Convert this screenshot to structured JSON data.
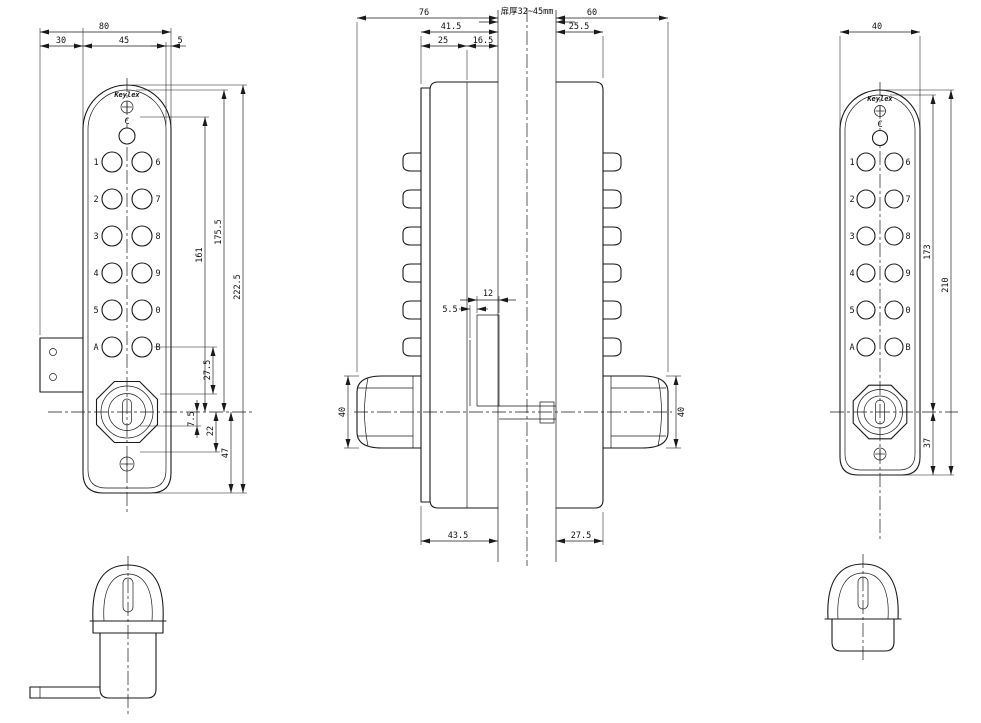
{
  "page": {
    "background": "#ffffff",
    "title": "Keypad door lock technical drawing"
  },
  "brand": "Keylex",
  "keypad": {
    "clear": "C",
    "left_column": [
      "1",
      "2",
      "3",
      "4",
      "5",
      "A"
    ],
    "right_column": [
      "6",
      "7",
      "8",
      "9",
      "0",
      "B"
    ]
  },
  "front_view": {
    "dims": {
      "width_total": "80",
      "width_left": "30",
      "width_mid": "45",
      "width_right": "5",
      "height_keypad": "161",
      "height_to_knob": "175.5",
      "height_total": "222.5",
      "button_to_knob": "27.5",
      "offset_small": "7.5",
      "knob_to_step": "22",
      "knob_to_bottom": "47"
    }
  },
  "side_view": {
    "door_note": "扉厚32~45mm",
    "dims": {
      "front_total_depth": "76",
      "front_body_depth": "41.5",
      "front_case_depth": "25",
      "front_plate_depth": "16.5",
      "back_total_depth": "60",
      "back_case_depth": "25.5",
      "bolt_width": "12",
      "bolt_offset": "5.5",
      "front_knob_dia": "40",
      "back_knob_dia": "40",
      "front_mount_depth": "43.5",
      "back_mount_depth": "27.5"
    }
  },
  "back_view": {
    "dims": {
      "width": "40",
      "height_keypad": "173",
      "height_total": "210",
      "knob_to_bottom": "37"
    }
  }
}
